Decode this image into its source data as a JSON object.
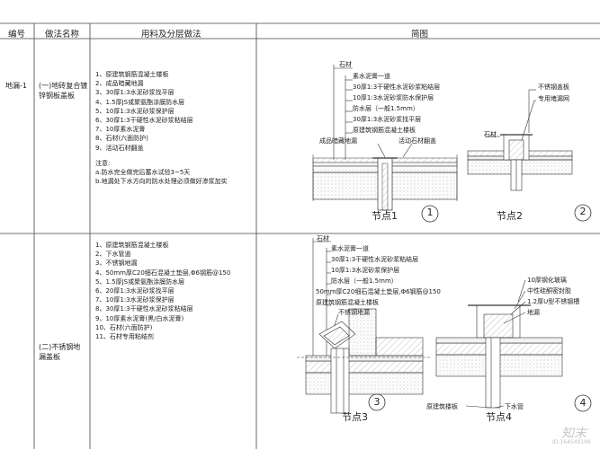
{
  "header": {
    "col_code": "编号",
    "col_name": "做法名称",
    "col_material": "用料及分层做法",
    "col_diagram": "简图"
  },
  "rows": [
    {
      "code": "地漏-1",
      "name_line1": "(一)地砖复合镀",
      "name_line2": "锌钢板盖板",
      "items": [
        "1、原建筑钢筋混凝土楼板",
        "2、成品暗藏地漏",
        "3、30厚1:3水泥砂浆找平层",
        "4、1.5厚JS或聚氨酯涂膜防水层",
        "5、10厚1:3水泥砂浆保护层",
        "6、30厚1:3干硬性水泥砂浆粘结层",
        "7、10厚素水泥膏",
        "8、石材(六面防护)",
        "9、活动石材翻盖"
      ],
      "note_title": "注意:",
      "notes": [
        "a.防水完全做完后蓄水试验3~5天",
        "b.地漏处下水方向的防水处理必须做好渗浆加实"
      ]
    },
    {
      "code": "",
      "name_line1": "(二)不锈钢地",
      "name_line2": "漏盖板",
      "items": [
        "1、原建筑钢筋混凝土楼板",
        "2、下水管道",
        "3、不锈钢地漏",
        "4、50mm厚C20细石混凝土垫层,Φ6钢筋@150",
        "5、1.5厚JS或聚氨酯涂膜防水层",
        "6、20厚1:3水泥砂浆找平层",
        "7、10厚1:3水泥砂浆保护层",
        "8、30厚1:3干硬性水泥砂浆粘结层",
        "9、10厚素水泥膏(黑/白水泥膏)",
        "10、石材(六面防护)",
        "11、石材专用粘结剂"
      ]
    }
  ],
  "diagram1": {
    "callouts": [
      "石材",
      "素水泥膏一道",
      "30厚1:3干硬性水泥砂浆粘结层",
      "10厚1:3水泥砂浆防水保护层",
      "防水层（一般1.5mm）",
      "30厚1:3水泥砂浆找平层",
      "原建筑钢筋混凝土楼板",
      "成品暗藏地漏",
      "活动石材翻盖"
    ],
    "node1_label": "节点1",
    "node1_num": "1",
    "node2_label": "节点2",
    "node2_num": "2",
    "node2_callout_a": "不锈钢盖板",
    "node2_callout_b": "专用堵漏网",
    "node2_callout_c": "石材"
  },
  "diagram2": {
    "callouts": [
      "石材",
      "素水泥膏一道",
      "30厚1:3干硬性水泥砂浆粘结层",
      "10厚1:3水泥砂浆保护层",
      "防水层（一般1.5mm）",
      "50mm厚C20细石混凝土垫层,Φ6钢筋@150",
      "原建筑钢筋混凝土楼板",
      "不锈钢地漏"
    ],
    "node3_label": "节点3",
    "node3_num": "3",
    "node4_label": "节点4",
    "node4_num": "4",
    "node4_callouts": [
      "10厚钢化玻璃",
      "中性硅酮密封胶",
      "1.2厚U型不锈钢槽",
      "地漏"
    ],
    "node4_bottom_a": "原建筑楼板",
    "node4_bottom_b": "下水管"
  },
  "watermark": {
    "brand": "知末",
    "id": "ID:164549196"
  },
  "colors": {
    "line": "#333333",
    "hatch": "#9a9a9a"
  }
}
